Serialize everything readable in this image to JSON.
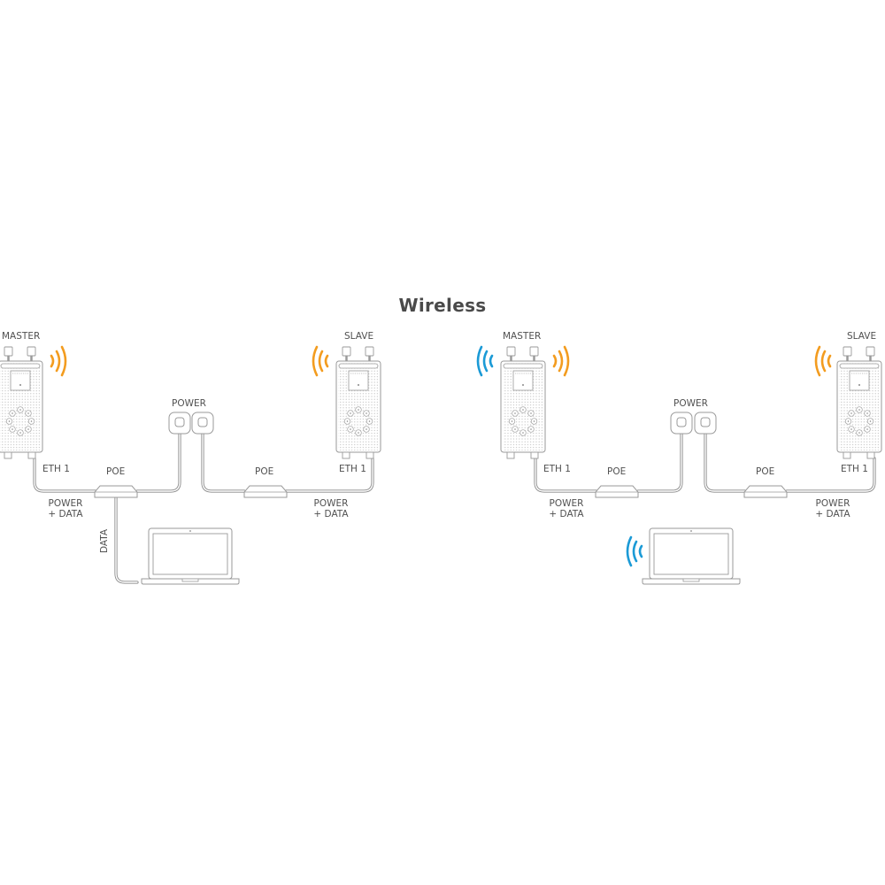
{
  "title": "Wireless",
  "colors": {
    "background": "#ffffff",
    "line": "#8c8c8c",
    "device_outline": "#9a9a9a",
    "dots": "#b4b4b4",
    "text": "#505050",
    "title": "#4a4a4a",
    "signal_orange": "#f39c1f",
    "signal_blue": "#1b9ad6"
  },
  "left_panel": {
    "master": {
      "label": "MASTER",
      "port_label": "ETH 1",
      "signals": [
        "orange-right"
      ]
    },
    "slave": {
      "label": "SLAVE",
      "port_label": "ETH 1",
      "signals": [
        "orange-left"
      ]
    },
    "power_label": "POWER",
    "poe_left": {
      "label": "POE"
    },
    "poe_right": {
      "label": "POE"
    },
    "cable_left_label_line1": "POWER",
    "cable_left_label_line2": "+ DATA",
    "cable_right_label_line1": "POWER",
    "cable_right_label_line2": "+ DATA",
    "data_label": "DATA",
    "laptop": {
      "connection": "wired"
    }
  },
  "right_panel": {
    "master": {
      "label": "MASTER",
      "port_label": "ETH 1",
      "signals": [
        "blue-left",
        "orange-right"
      ]
    },
    "slave": {
      "label": "SLAVE",
      "port_label": "ETH 1",
      "signals": [
        "orange-left"
      ]
    },
    "power_label": "POWER",
    "poe_left": {
      "label": "POE"
    },
    "poe_right": {
      "label": "POE"
    },
    "cable_left_label_line1": "POWER",
    "cable_left_label_line2": "+ DATA",
    "cable_right_label_line1": "POWER",
    "cable_right_label_line2": "+ DATA",
    "laptop": {
      "connection": "wireless",
      "signal": "blue-left"
    }
  }
}
